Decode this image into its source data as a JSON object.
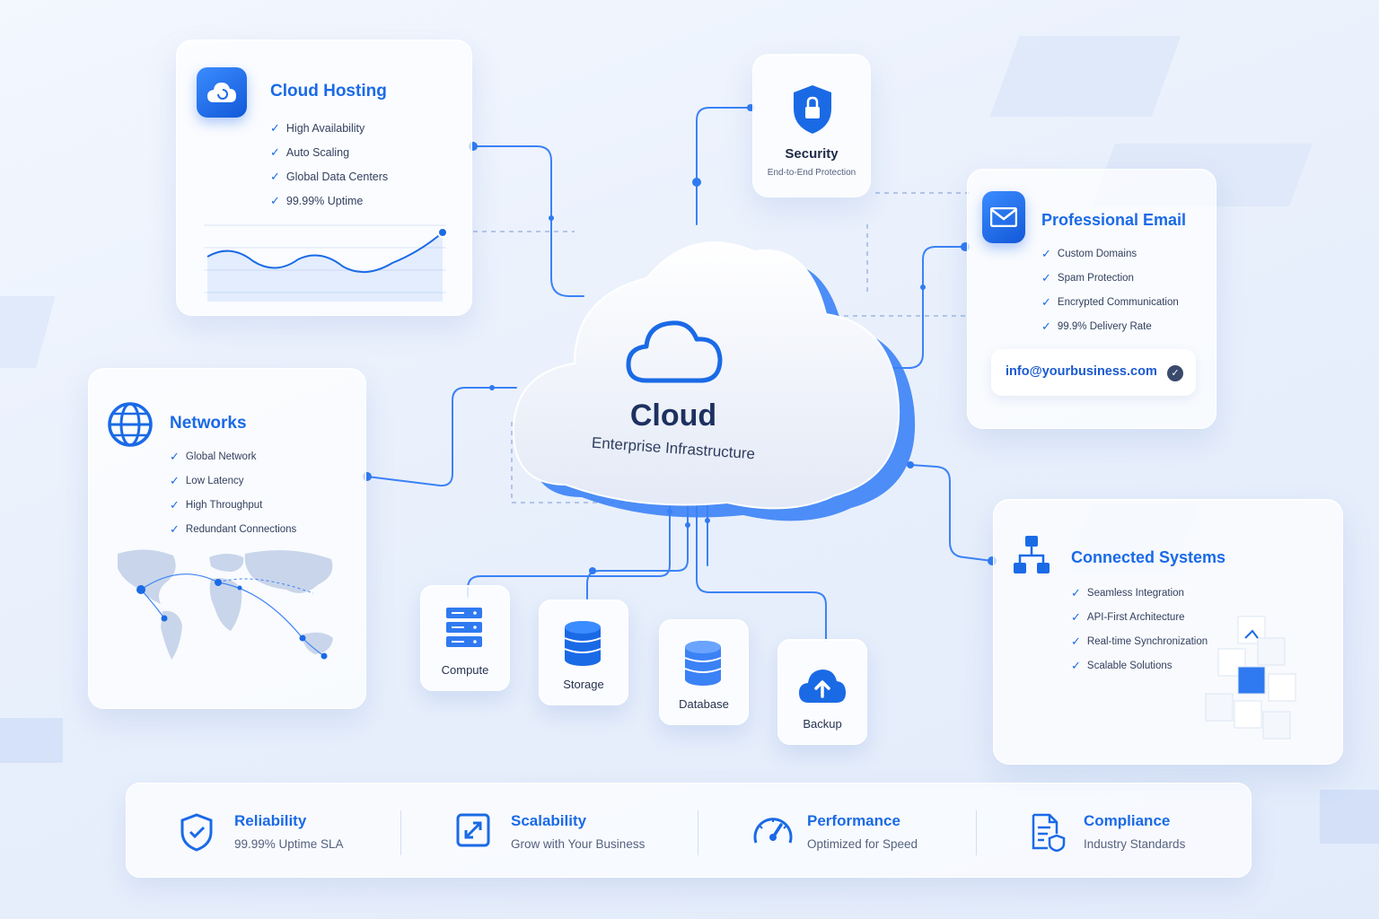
{
  "cloud": {
    "title": "Cloud",
    "subtitle": "Enterprise Infrastructure"
  },
  "cloud_hosting": {
    "title": "Cloud Hosting",
    "features": [
      "High Availability",
      "Auto Scaling",
      "Global Data Centers",
      "99.99% Uptime"
    ]
  },
  "security": {
    "title": "Security",
    "subtitle": "End-to-End Protection"
  },
  "professional_email": {
    "title": "Professional Email",
    "features": [
      "Custom Domains",
      "Spam Protection",
      "Encrypted Communication",
      "99.9% Delivery Rate"
    ],
    "email": "info@yourbusiness.com"
  },
  "networks": {
    "title": "Networks",
    "features": [
      "Global Network",
      "Low Latency",
      "High Throughput",
      "Redundant Connections"
    ]
  },
  "connected_systems": {
    "title": "Connected Systems",
    "features": [
      "Seamless Integration",
      "API-First Architecture",
      "Real-time Synchronization",
      "Scalable Solutions"
    ]
  },
  "services": [
    {
      "label": "Compute",
      "icon": "server-icon"
    },
    {
      "label": "Storage",
      "icon": "storage-icon"
    },
    {
      "label": "Database",
      "icon": "database-icon"
    },
    {
      "label": "Backup",
      "icon": "cloud-upload-icon"
    }
  ],
  "benefits": [
    {
      "title": "Reliability",
      "subtitle": "99.99% Uptime SLA",
      "icon": "shield-check-icon"
    },
    {
      "title": "Scalability",
      "subtitle": "Grow with Your Business",
      "icon": "expand-icon"
    },
    {
      "title": "Performance",
      "subtitle": "Optimized for Speed",
      "icon": "speedometer-icon"
    },
    {
      "title": "Compliance",
      "subtitle": "Industry Standards",
      "icon": "document-shield-icon"
    }
  ],
  "colors": {
    "accent": "#1a6ae6",
    "background": "#e9f0fc",
    "line": "#3b82f6"
  }
}
